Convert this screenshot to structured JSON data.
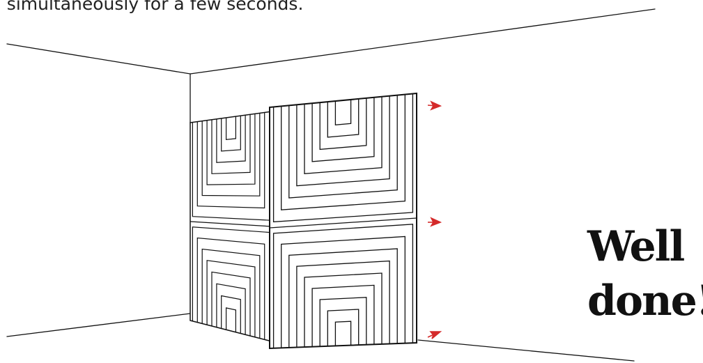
{
  "instruction": "n simultaneously for a few seconds.",
  "message": {
    "line1": "Well",
    "line2": "done!"
  },
  "colors": {
    "line": "#111111",
    "arrow": "#d42a2a",
    "background": "#ffffff"
  },
  "icons": [
    "push-right-arrow-icon",
    "push-right-arrow-icon",
    "push-right-arrow-icon"
  ]
}
